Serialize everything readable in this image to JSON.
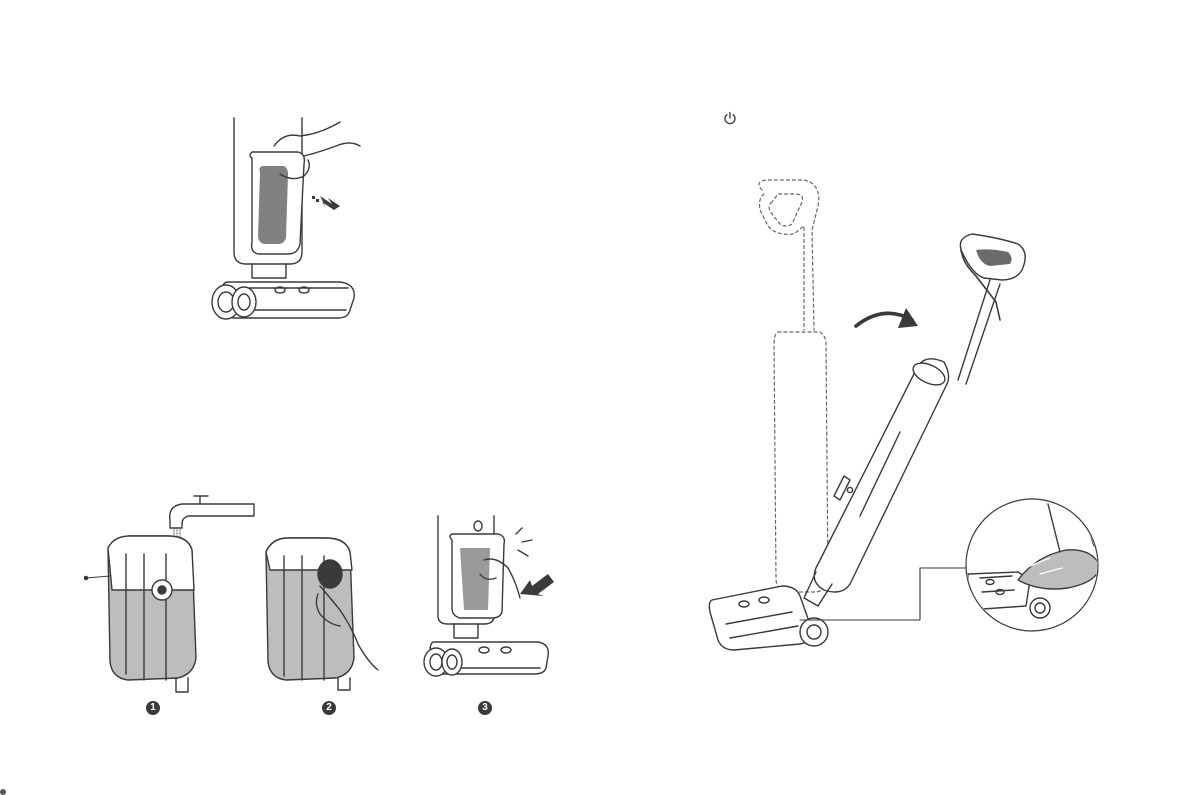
{
  "steps": [
    {
      "number": "1"
    },
    {
      "number": "2"
    },
    {
      "number": "3"
    }
  ],
  "icons": {
    "power": "power-icon"
  },
  "colors": {
    "line": "#3a3a3a",
    "water_fill": "#bdbdbd",
    "badge": "#3a3a3a",
    "dashed_outline": "#666666"
  }
}
